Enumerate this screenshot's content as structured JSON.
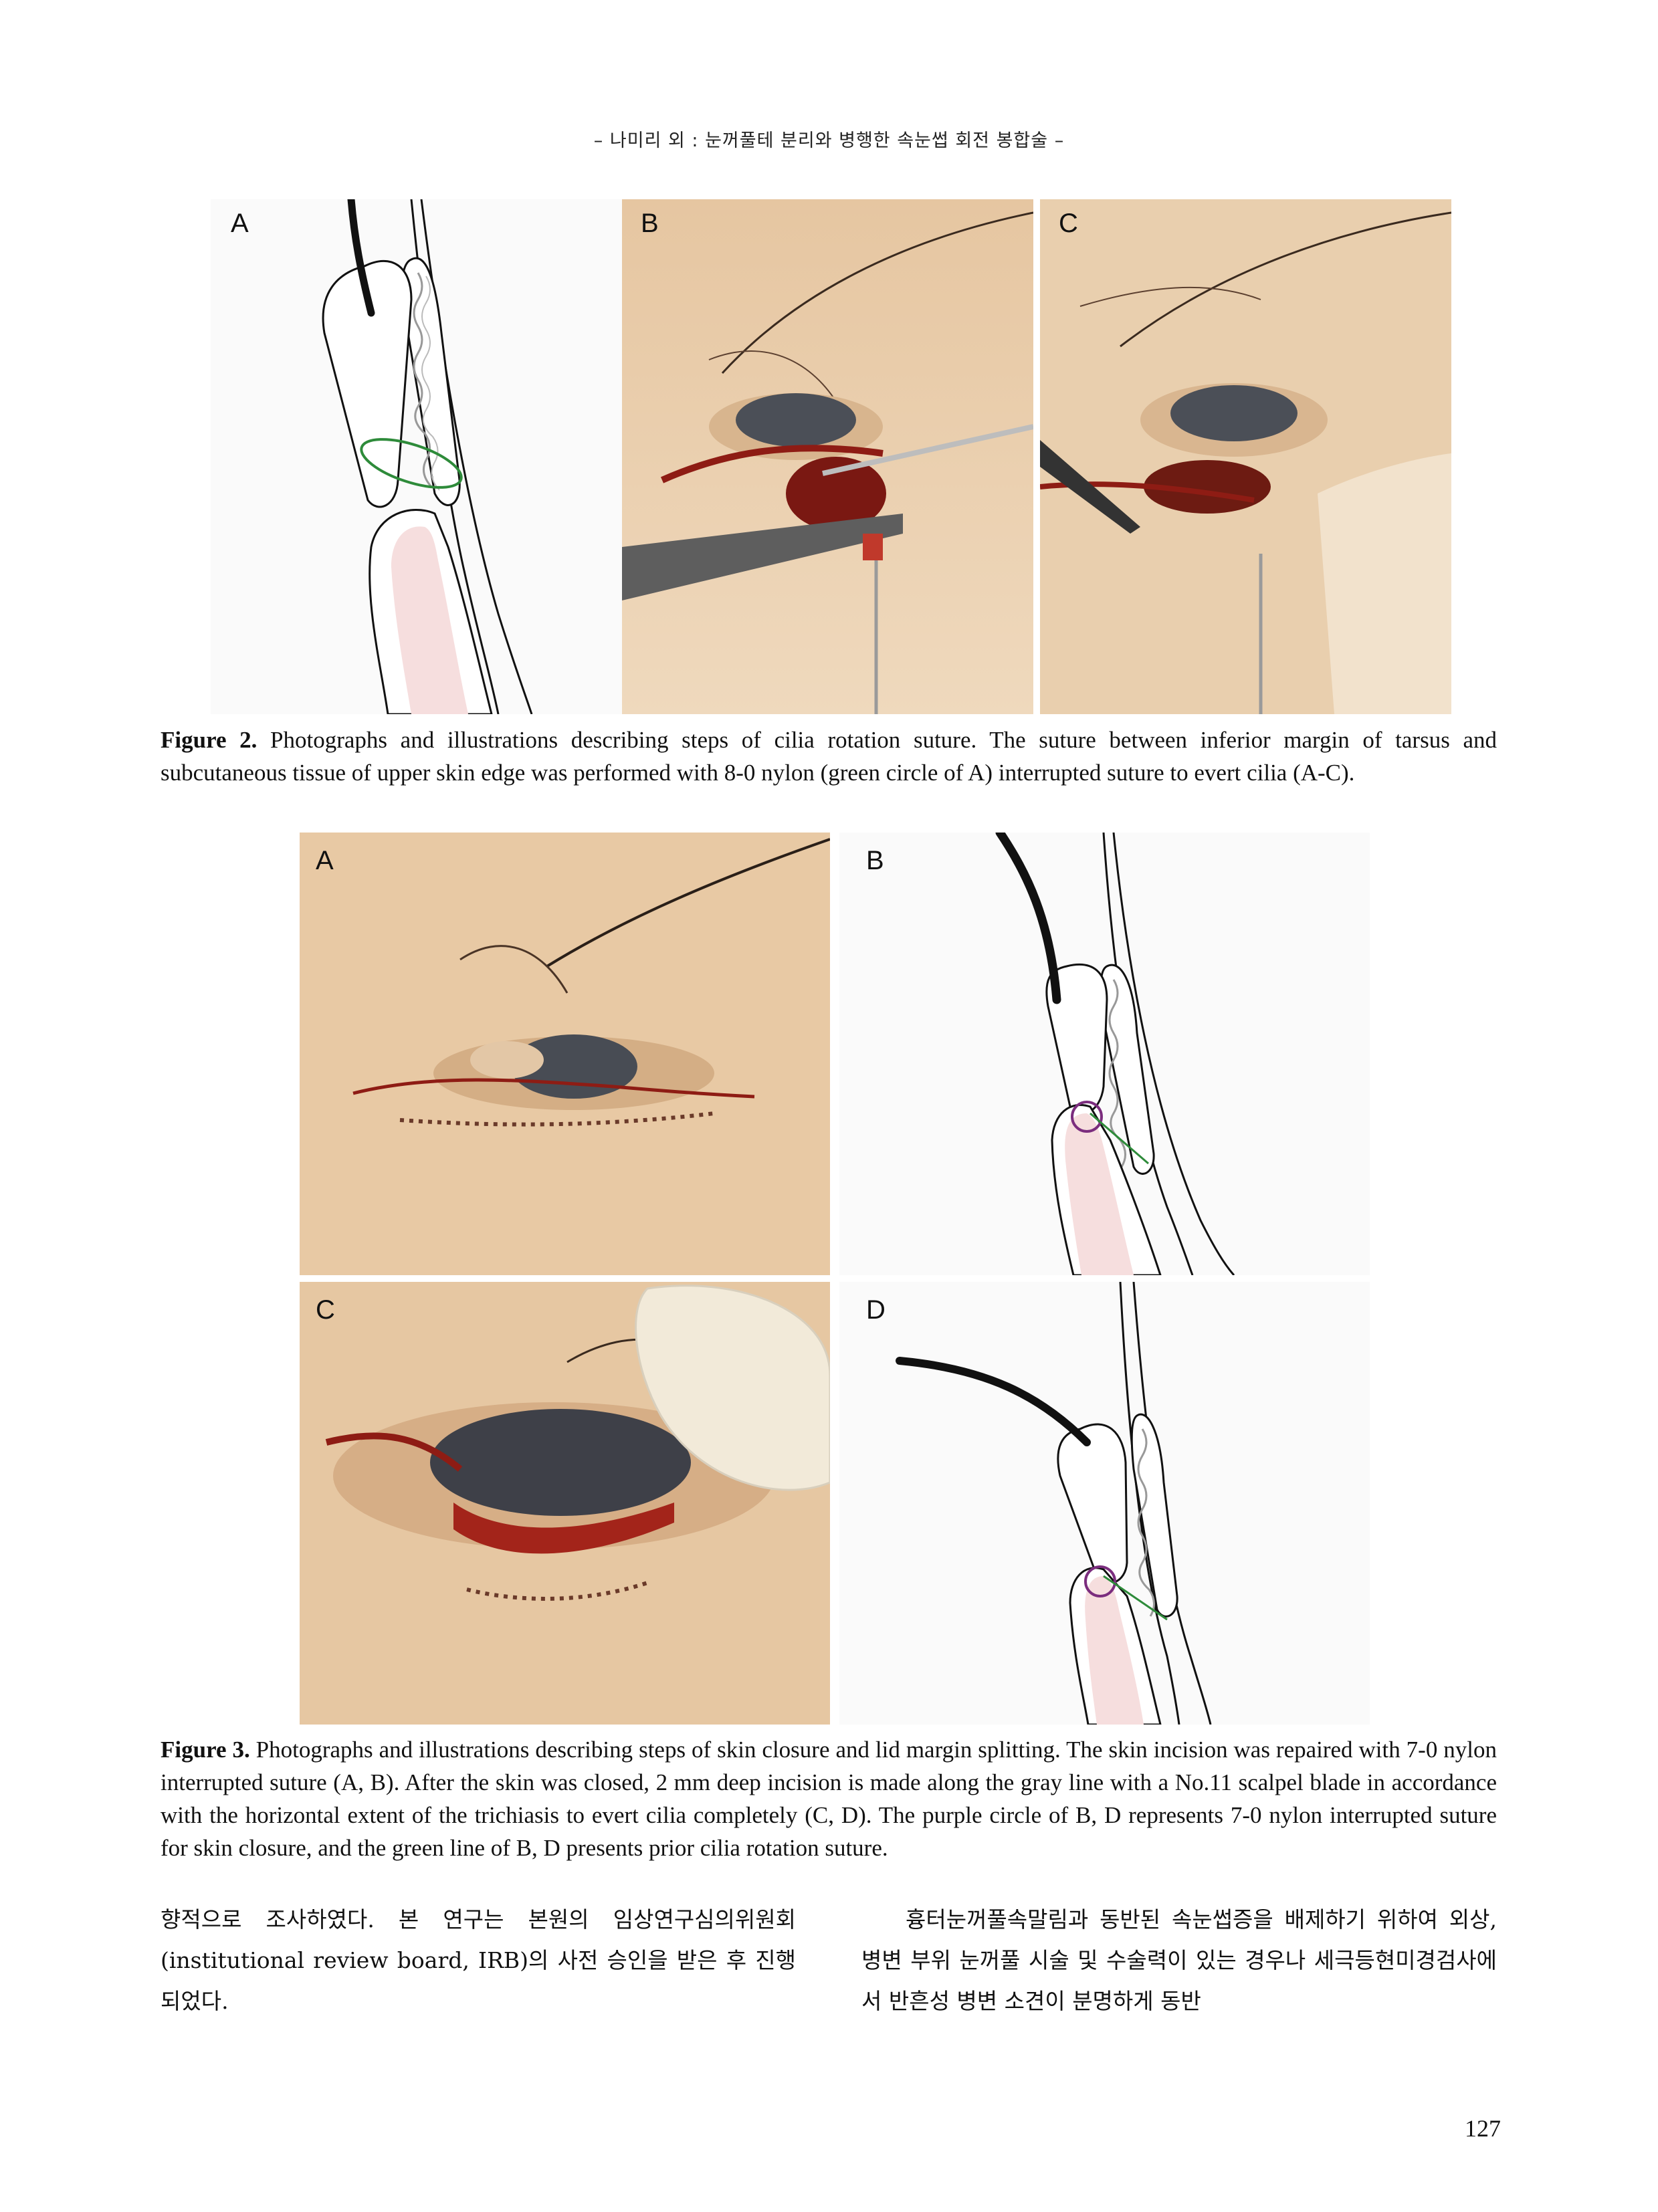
{
  "header": "– 나미리 외 : 눈꺼풀테 분리와 병행한 속눈썹 회전 봉합술 –",
  "figure2": {
    "panel_labels": [
      "A",
      "B",
      "C"
    ],
    "caption_label": "Figure 2.",
    "caption_text": "Photographs and illustrations describing steps of cilia rotation suture. The suture between inferior margin of tarsus and subcutaneous tissue of upper skin edge was performed with 8-0 nylon (green circle of A) interrupted suture to evert cilia (A-C)."
  },
  "figure3": {
    "panel_labels": [
      "A",
      "B",
      "C",
      "D"
    ],
    "caption_label": "Figure 3.",
    "caption_text": "Photographs and illustrations describing steps of skin closure and lid margin splitting. The skin incision was repaired with 7-0 nylon interrupted suture (A, B). After the skin was closed, 2 mm deep incision is made along the gray line with a No.11 scalpel blade in accordance with the horizontal extent of the trichiasis to evert cilia completely (C, D). The purple circle of B, D represents 7-0 nylon interrupted suture for skin closure, and the green line of B, D presents prior cilia rotation suture."
  },
  "body": {
    "left_column": "향적으로 조사하였다. 본 연구는 본원의 임상연구심의위원회(institutional review board, IRB)의 사전 승인을 받은 후 진행되었다.",
    "right_column": "흉터눈꺼풀속말림과 동반된 속눈썹증을 배제하기 위하여 외상, 병변 부위 눈꺼풀 시술 및 수술력이 있는 경우나 세극등현미경검사에서 반흔성 병변 소견이 분명하게 동반"
  },
  "page_number": "127",
  "colors": {
    "suture_green": "#2e8b3a",
    "suture_purple": "#7b2d7e",
    "tarsus_pink": "#f6dede",
    "skin": "#e8c9a8",
    "blood": "#8e1c14"
  }
}
